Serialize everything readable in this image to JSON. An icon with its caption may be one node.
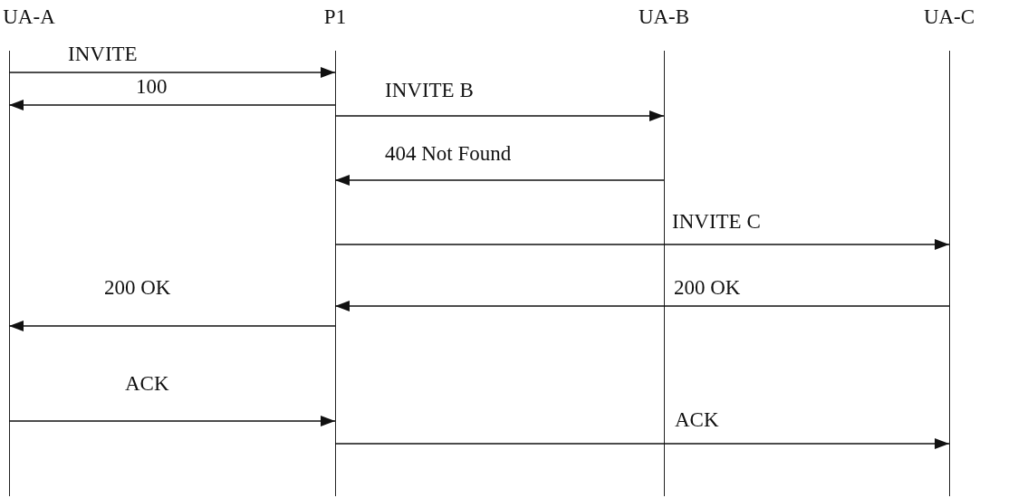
{
  "diagram": {
    "nodes": [
      {
        "text": [
          "UA-A"
        ]
      },
      {
        "text": [
          "P1"
        ]
      },
      {
        "text": [
          "UA-B"
        ]
      },
      {
        "text": [
          "UA-C"
        ]
      }
    ],
    "edges": [
      {
        "from": 0,
        "to": 1,
        "arrow": "to",
        "label": "INVITE"
      },
      {
        "from": 1,
        "to": 0,
        "arrow": "to",
        "label": "100"
      },
      {
        "from": 1,
        "to": 2,
        "arrow": "to",
        "label": "INVITE B"
      },
      {
        "from": 2,
        "to": 1,
        "arrow": "to",
        "label": "404 Not Found"
      },
      {
        "from": 1,
        "to": 3,
        "arrow": "to",
        "label": "INVITE C"
      },
      {
        "from": 3,
        "to": 1,
        "arrow": "to",
        "label": "200 OK"
      },
      {
        "from": 1,
        "to": 0,
        "arrow": "to",
        "label": "200 OK"
      },
      {
        "from": 0,
        "to": 1,
        "arrow": "to",
        "label": "ACK"
      },
      {
        "from": 1,
        "to": 3,
        "arrow": "to",
        "label": "ACK"
      }
    ]
  }
}
